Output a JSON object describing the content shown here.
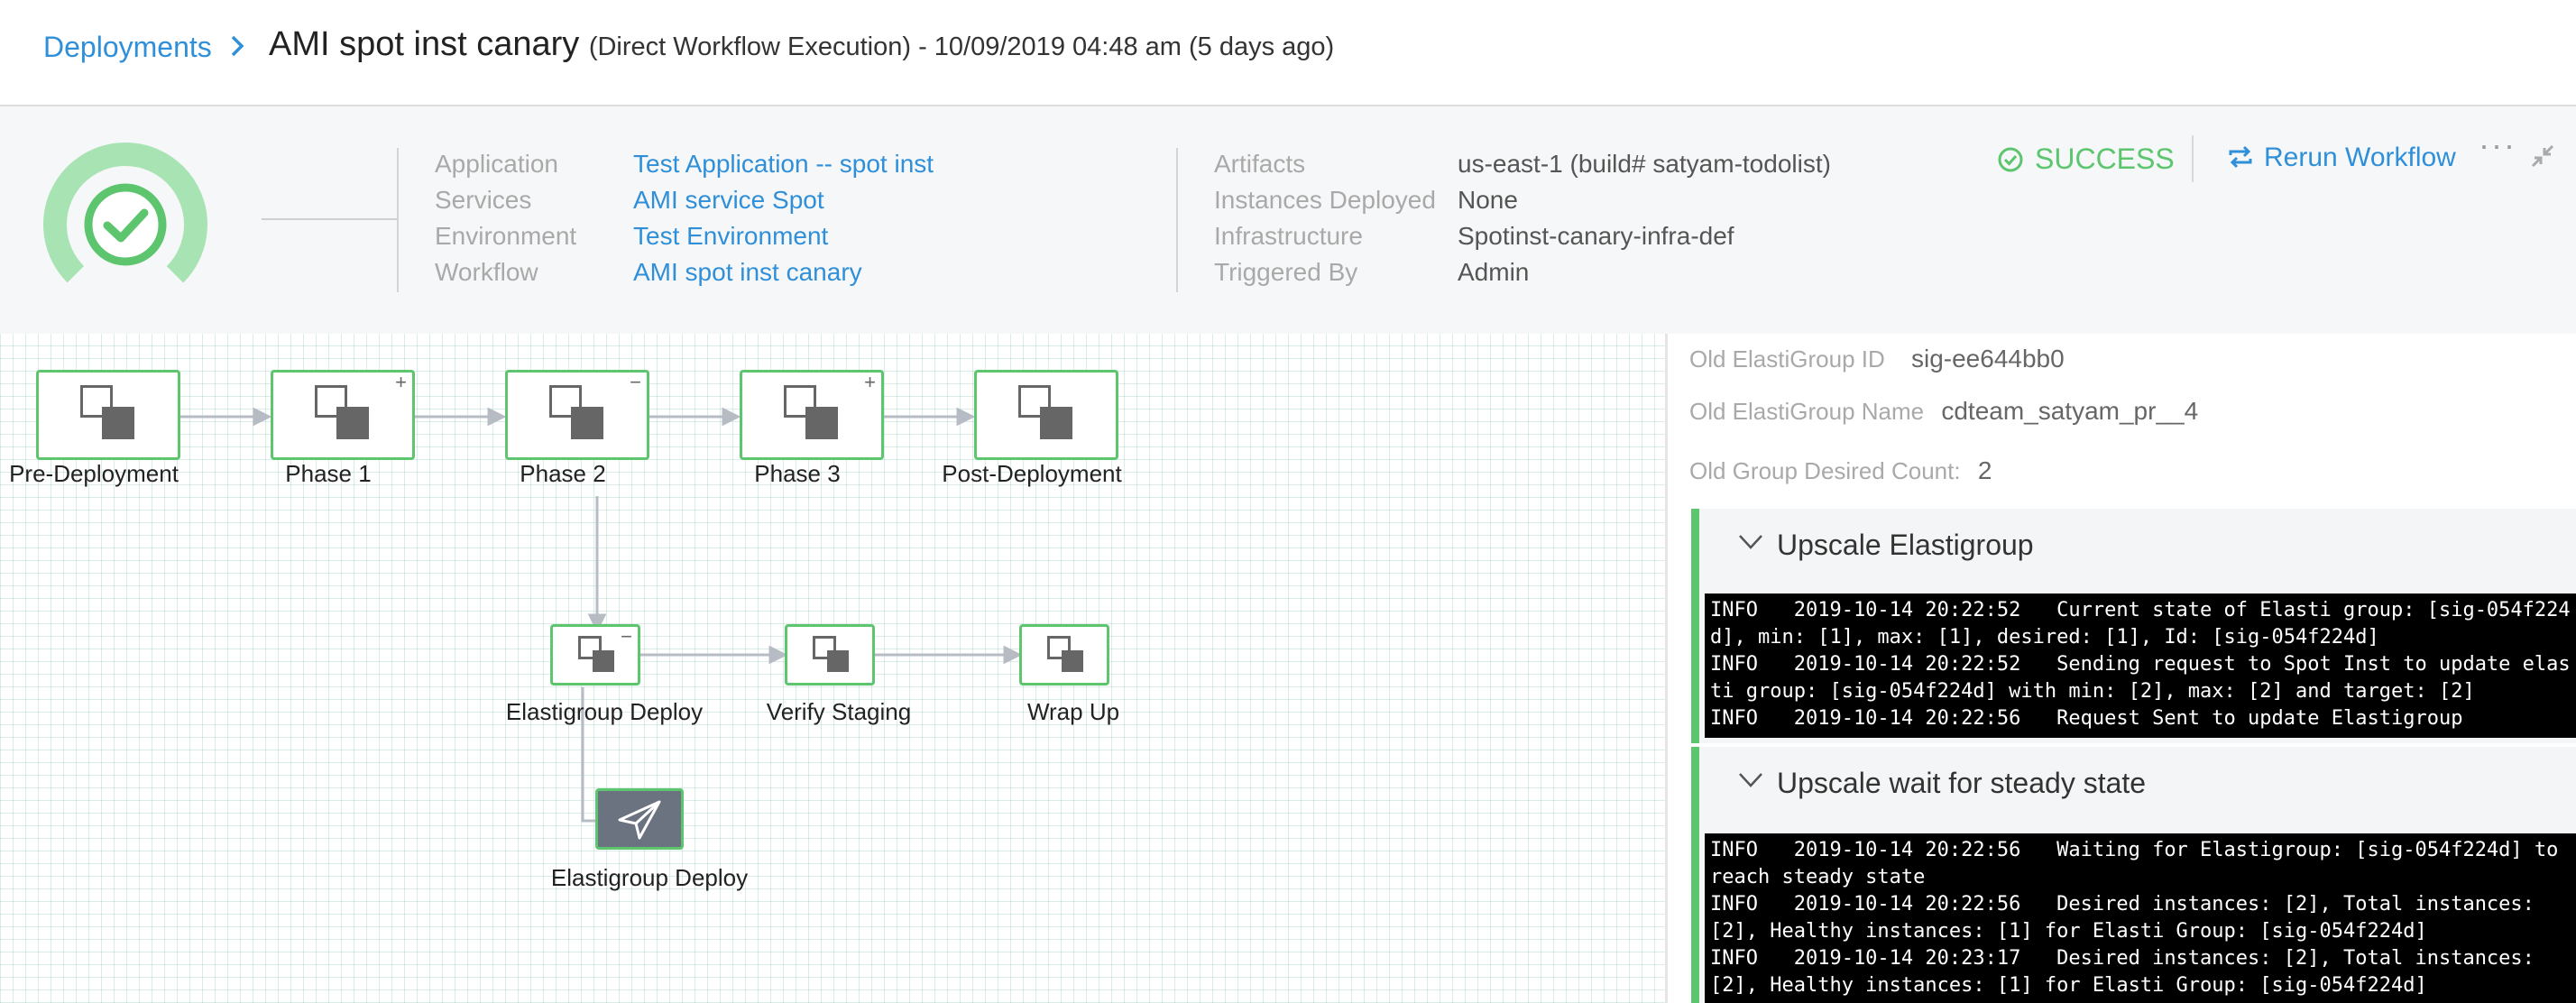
{
  "header": {
    "breadcrumb": "Deployments",
    "title": "AMI spot inst canary",
    "subtitle": "(Direct Workflow Execution) - 10/09/2019 04:48 am (5 days ago)"
  },
  "summary": {
    "left": [
      {
        "label": "Application",
        "value": "Test Application -- spot inst"
      },
      {
        "label": "Services",
        "value": "AMI service Spot"
      },
      {
        "label": "Environment",
        "value": "Test Environment"
      },
      {
        "label": "Workflow",
        "value": "AMI spot inst canary"
      }
    ],
    "right": [
      {
        "label": "Artifacts",
        "value": "us-east-1 (build# satyam-todolist)"
      },
      {
        "label": "Instances Deployed",
        "value": "None"
      },
      {
        "label": "Infrastructure",
        "value": "Spotinst-canary-infra-def"
      },
      {
        "label": "Triggered By",
        "value": "Admin"
      }
    ],
    "status": "SUCCESS",
    "rerun_label": "Rerun Workflow",
    "more_label": "···"
  },
  "graph": {
    "phases": [
      "Pre-Deployment",
      "Phase 1",
      "Phase 2",
      "Phase 3",
      "Post-Deployment"
    ],
    "steps": [
      "Elastigroup Deploy",
      "Verify Staging",
      "Wrap Up"
    ],
    "exec_step": "Elastigroup Deploy",
    "expand_marks": [
      "+",
      "−",
      "+",
      "−"
    ]
  },
  "details": {
    "old_group_id_label": "Old ElastiGroup ID",
    "old_group_id": "sig-ee644bb0",
    "old_group_name_label": "Old ElastiGroup Name",
    "old_group_name": "cdteam_satyam_pr__4",
    "old_desired_label": "Old Group Desired Count:",
    "old_desired": "2",
    "sections": [
      {
        "title": "Upscale Elastigroup",
        "logs": [
          "INFO   2019-10-14 20:22:52   Current state of Elasti group: [sig-054f224d], min: [1], max: [1], desired: [1], Id: [sig-054f224d]",
          "INFO   2019-10-14 20:22:52   Sending request to Spot Inst to update elasti group: [sig-054f224d] with min: [2], max: [2] and target: [2]",
          "INFO   2019-10-14 20:22:56   Request Sent to update Elastigroup"
        ]
      },
      {
        "title": "Upscale wait for steady state",
        "logs": [
          "INFO   2019-10-14 20:22:56   Waiting for Elastigroup: [sig-054f224d] to reach steady state",
          "INFO   2019-10-14 20:22:56   Desired instances: [2], Total instances: [2], Healthy instances: [1] for Elasti Group: [sig-054f224d]",
          "INFO   2019-10-14 20:23:17   Desired instances: [2], Total instances: [2], Healthy instances: [1] for Elasti Group: [sig-054f224d]"
        ]
      }
    ]
  },
  "colors": {
    "accent": "#2f8fd8",
    "success": "#5cc56e",
    "gauge_ring": "#a8e3b3",
    "log_bg": "#000000"
  }
}
